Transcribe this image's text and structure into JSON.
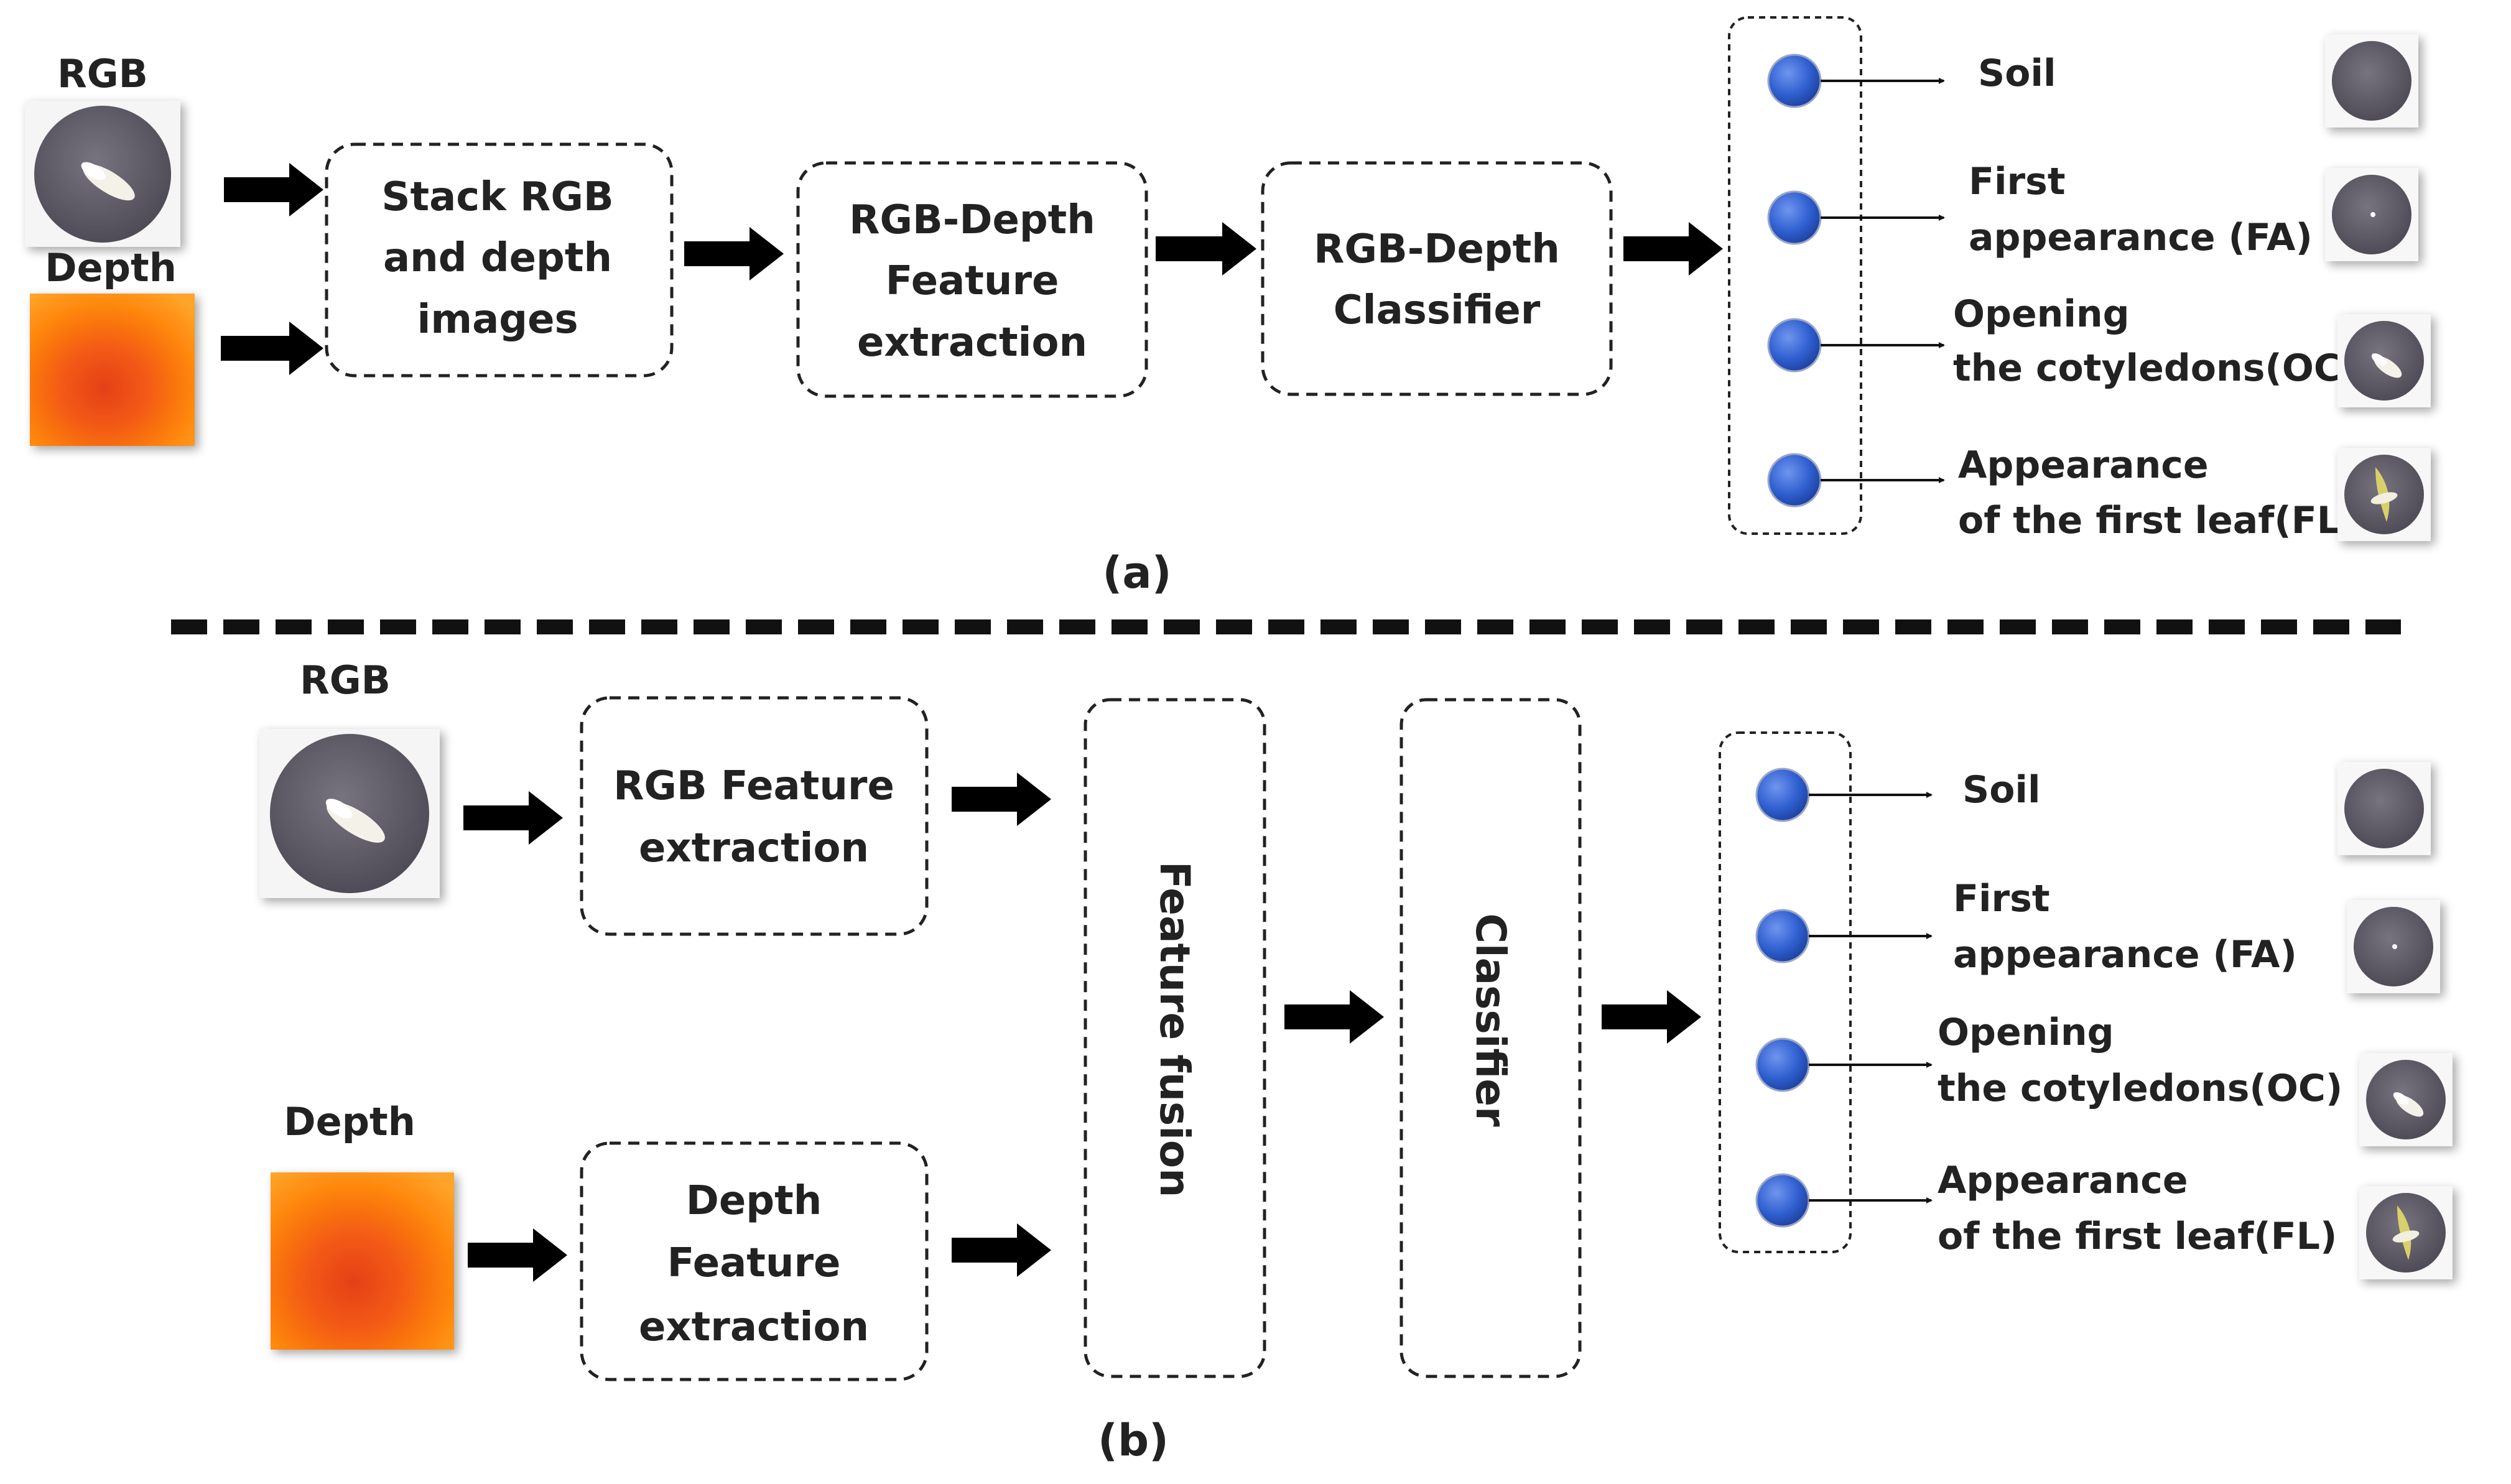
{
  "colors": {
    "node": "#2f5fd0",
    "depth_map": "#ff7a00",
    "soil": "#5e5a66",
    "text": "#222222"
  },
  "panel_a": {
    "rgb_label": "RGB",
    "depth_label": "Depth",
    "stack_box": [
      "Stack  RGB",
      "and depth",
      "images"
    ],
    "feature_box": [
      "RGB-Depth",
      "Feature",
      "extraction"
    ],
    "classifier_box": [
      "RGB-Depth",
      "Classifier"
    ],
    "outputs": [
      [
        "Soil"
      ],
      [
        "First",
        "appearance (FA)"
      ],
      [
        "Opening",
        "the cotyledons(OC)"
      ],
      [
        "Appearance",
        "of the first leaf(FL)"
      ]
    ],
    "caption": "(a)"
  },
  "panel_b": {
    "rgb_label": "RGB",
    "depth_label": "Depth",
    "rgb_feature_box": [
      "RGB Feature",
      "extraction"
    ],
    "depth_feature_box": [
      "Depth",
      "Feature",
      "extraction"
    ],
    "fusion_box": "Feature  fusion",
    "classifier_box": "Classifier",
    "outputs": [
      [
        "Soil"
      ],
      [
        "First",
        "appearance (FA)"
      ],
      [
        "Opening",
        "the cotyledons(OC)"
      ],
      [
        "Appearance",
        "of the first leaf(FL)"
      ]
    ],
    "caption": "(b)"
  },
  "thumbnails": {
    "soil": "soil-thumbnail",
    "first_appearance": "first-appearance-thumbnail",
    "opening_cotyledons": "opening-cotyledons-thumbnail",
    "first_leaf": "first-leaf-thumbnail"
  }
}
